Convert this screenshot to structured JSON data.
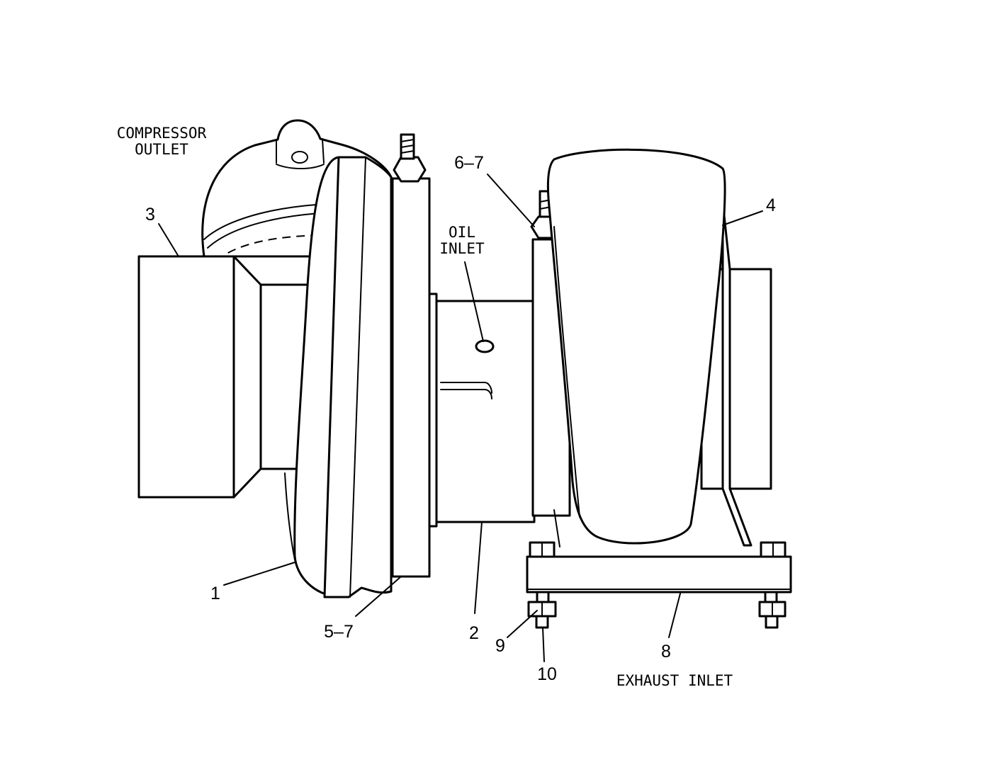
{
  "figure": {
    "labels": {
      "compressor_outlet": [
        "COMPRESSOR",
        "OUTLET"
      ],
      "oil_inlet": [
        "OIL",
        "INLET"
      ],
      "exhaust_inlet": "EXHAUST INLET"
    },
    "callouts": {
      "c1": "1",
      "c2": "2",
      "c3": "3",
      "c4": "4",
      "c5_7": "5–7",
      "c6_7": "6–7",
      "c8": "8",
      "c9": "9",
      "c10": "10"
    }
  }
}
